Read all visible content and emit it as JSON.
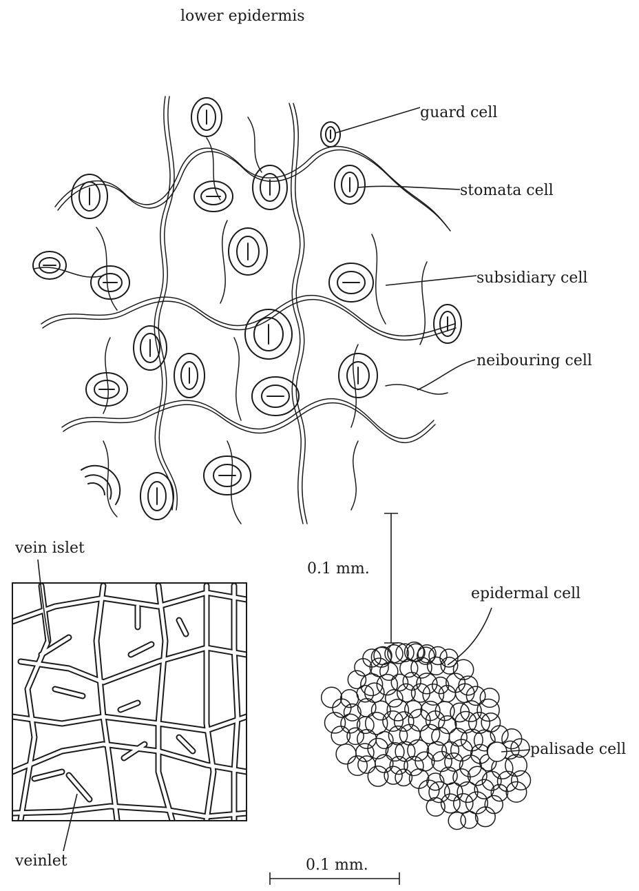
{
  "title": "lower epidermis",
  "labels": {
    "guard_cell": "guard cell",
    "stomata_cell": "stomata cell",
    "subsidiary_cell": "subsidiary cell",
    "neibouring_cell": "neibouring cell",
    "vein_islet": "vein islet",
    "veinlet": "veinlet",
    "epidermal_cell": "epidermal cell",
    "palisade_cell": "palisade cell"
  },
  "scale_bars": {
    "vertical": "0.1 mm.",
    "horizontal": "0.1 mm."
  }
}
